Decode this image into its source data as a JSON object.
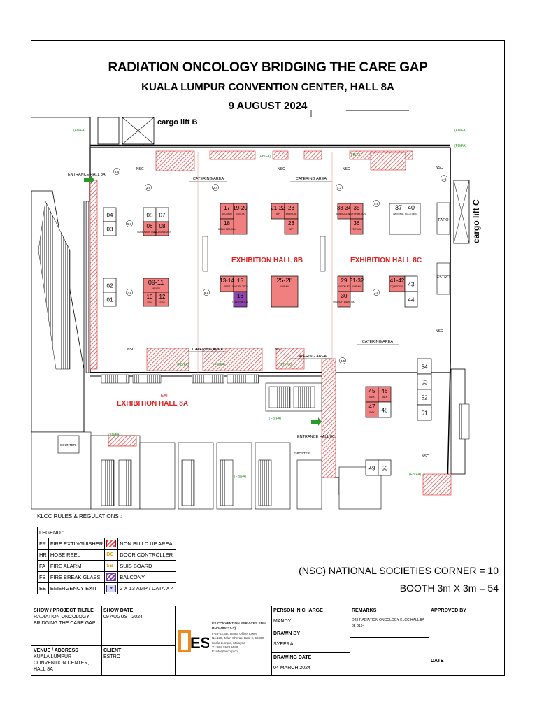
{
  "header": {
    "title": "RADIATION ONCOLOGY BRIDGING THE CARE GAP",
    "venue": "KUALA LUMPUR CONVENTION CENTER, HALL 8A",
    "date": "9 AUGUST 2024"
  },
  "map": {
    "halls": [
      "EXHIBITION HALL 8A",
      "EXHIBITION HALL 8B",
      "EXHIBITION HALL 8C"
    ],
    "lifts": [
      "cargo lift B",
      "cargo lift C"
    ],
    "entrances": [
      "ENTRANCE HALL 8A",
      "ENTRANCE HALL 8C"
    ],
    "catering_label": "CATERING AREA",
    "nsc_label": "NSC",
    "exit_label": "EXIT",
    "fbfa_label": "(FB/FA)",
    "counter_label": "COUNTER",
    "eposter_label": "E-POSTER",
    "booths_8a": [
      {
        "id": "04"
      },
      {
        "id": "03"
      },
      {
        "id": "05"
      },
      {
        "id": "07"
      },
      {
        "id": "06",
        "exhibitor": "SURE-MARK COMPANY"
      },
      {
        "id": "08",
        "exhibitor": "MACRO MEDICS"
      },
      {
        "id": "02"
      },
      {
        "id": "01"
      },
      {
        "id": "09-11",
        "exhibitor": "MEXEN"
      },
      {
        "id": "10",
        "exhibitor": "PTW"
      },
      {
        "id": "12",
        "exhibitor": "PTW"
      }
    ],
    "booths_8b": [
      {
        "id": "17",
        "exhibitor": "ACCURAY"
      },
      {
        "id": "19-20",
        "exhibitor": "ELEKTA"
      },
      {
        "id": "18",
        "exhibitor": "BEBIG MEDICAL"
      },
      {
        "id": "21-22",
        "exhibitor": "IAP"
      },
      {
        "id": "23",
        "exhibitor": "BRAINLAB"
      },
      {
        "id": "23",
        "exhibitor": "AEP"
      },
      {
        "id": "13-14",
        "exhibitor": "ORFIT"
      },
      {
        "id": "15",
        "exhibitor": "MAXTEK TECH"
      },
      {
        "id": "16",
        "exhibitor": "TELEDYNE ICM"
      },
      {
        "id": "25-28",
        "exhibitor": "VARIAN"
      }
    ],
    "booths_8c": [
      {
        "id": "33-34",
        "exhibitor": "SUN NUCLEAR"
      },
      {
        "id": "35",
        "exhibitor": "RADFORMATION"
      },
      {
        "id": "36",
        "exhibitor": "VERTUAL"
      },
      {
        "id": "37 - 40",
        "exhibitor": "NATIONAL SOCIETIES"
      },
      {
        "id": "29",
        "exhibitor": "VISION RT"
      },
      {
        "id": "31-32",
        "exhibitor": "VARIAN"
      },
      {
        "id": "30",
        "exhibitor": "MIM SOFTWARE INC"
      },
      {
        "id": "41-42",
        "exhibitor": "CQ MEDICAL"
      },
      {
        "id": "43"
      },
      {
        "id": "44"
      },
      {
        "id": "45",
        "exhibitor": "IBEX"
      },
      {
        "id": "46",
        "exhibitor": "IBEX"
      },
      {
        "id": "47",
        "exhibitor": "IBEX"
      },
      {
        "id": "48"
      },
      {
        "id": "54"
      },
      {
        "id": "53"
      },
      {
        "id": "52"
      },
      {
        "id": "51"
      },
      {
        "id": "49"
      },
      {
        "id": "50"
      }
    ],
    "side_labels": [
      "FARO",
      "ESTRO"
    ],
    "column_markers": [
      "5.6",
      "6.7",
      "3.6",
      "7.5",
      "6.5",
      "4.3",
      "3.5",
      "5.6",
      "3.6",
      "2.4",
      "1.8"
    ]
  },
  "legend": {
    "rules_title": "KLCC RULES & REGULATIONS :",
    "header": "LEGEND :",
    "rows": [
      {
        "code": "FR",
        "left": "FIRE EXTINGUISHER",
        "right": "NON BUILD UP AREA"
      },
      {
        "code": "HR",
        "left": "HOSE REEL",
        "right_code": "DC",
        "right": "DOOR CONTROLLER"
      },
      {
        "code": "FA",
        "left": "FIRE ALARM",
        "right_code": "SB",
        "right": "SUIS BOARD"
      },
      {
        "code": "FB",
        "left": "FIRE BREAK GLASS",
        "right": "BALCONY"
      },
      {
        "code": "EE",
        "left": "EMERGENCY EXIT",
        "right": "2 X 13 AMP / DATA X 4"
      }
    ]
  },
  "summary": {
    "nsc": "(NSC) NATIONAL SOCIETIES CORNER = 10",
    "booth": "BOOTH 3m X 3m = 54"
  },
  "title_block": {
    "show_header": "SHOW / PROJECT TILTLE",
    "show_value": "RADIATION ONCOLOGY BRIDGING THE CARE GAP",
    "show_date_header": "SHOW DATE",
    "show_date_value": "09 AUGUST 2024",
    "venue_header": "VENUE / ADDRESS",
    "venue_value": "KUALA LUMPUR CONVENTION CENTER, HALL 8A",
    "client_header": "CLIENT",
    "client_value": "ESTRO",
    "company_name": "ES CONVENTION SERVICES SDN BHD(485231-T)",
    "company_address": [
      "F-28-03, Bio Dama Office Tower,",
      "No.128, Jalan Cheras, Batu 2, 56000,",
      "Kuala Lumpur, Malaysia"
    ],
    "company_tel": "T: +603 9173 5580",
    "company_email": "E: info@escorp.co",
    "person_header": "PERSON IN CHARGE",
    "person_value": "MANDY",
    "drawn_header": "DRAWN BY",
    "drawn_value": "SYEERA",
    "drawing_date_header": "DRAWING DATE",
    "drawing_date_value": "04 MARCH 2024",
    "remarks_header": "REMARKS",
    "remarks_value": "D23-RADIATION ONCOLOGY KLCC HALL 8A-05-0194",
    "approved_header": "APPROVED BY",
    "date_header": "DATE"
  },
  "colors": {
    "booth_sold": "#f08080",
    "booth_purple": "#8e44ad",
    "hatch_red": "#e05050",
    "fbfa_green": "#2a9a2a",
    "fr_blue": "#2244bb"
  }
}
